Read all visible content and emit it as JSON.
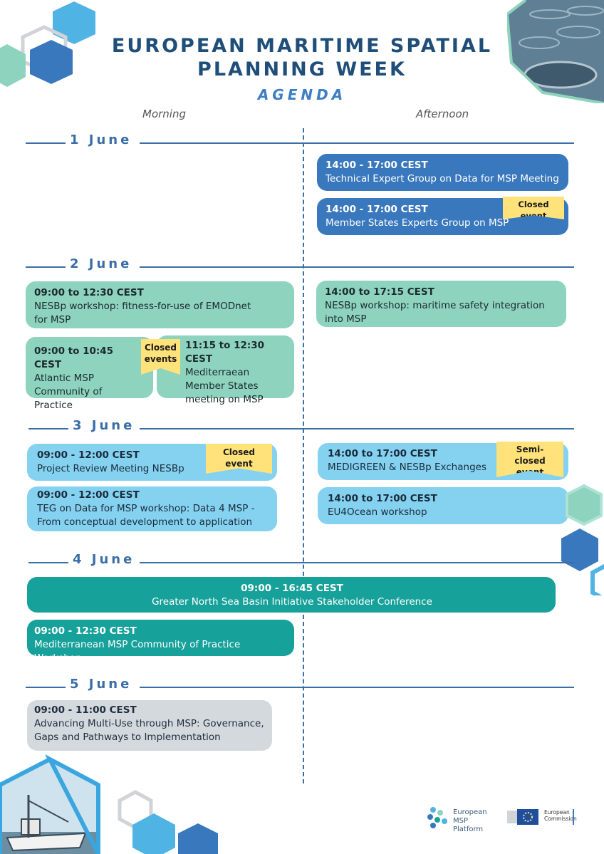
{
  "header": {
    "title_line1": "EUROPEAN MARITIME SPATIAL",
    "title_line2": "PLANNING WEEK",
    "subtitle": "AGENDA",
    "col_morning": "Morning",
    "col_afternoon": "Afternoon"
  },
  "days": [
    {
      "label": "1 June"
    },
    {
      "label": "2 June"
    },
    {
      "label": "3 June"
    },
    {
      "label": "4 June"
    },
    {
      "label": "5 June"
    }
  ],
  "events": {
    "d1a1": {
      "time": "14:00 - 17:00 CEST",
      "title": "Technical Expert Group on Data for MSP Meeting"
    },
    "d1a2": {
      "time": "14:00 - 17:00 CEST",
      "title": "Member States Experts Group on MSP",
      "tag": "Closed event"
    },
    "d2m1": {
      "time": "09:00 to 12:30 CEST",
      "title": "NESBp workshop: fitness-for-use of EMODnet for MSP"
    },
    "d2a1": {
      "time": "14:00 to 17:15 CEST",
      "title": "NESBp workshop: maritime safety integration into MSP"
    },
    "d2m2": {
      "time": "09:00 to 10:45 CEST",
      "title": "Atlantic MSP Community of Practice",
      "tag": "Closed events"
    },
    "d2m3": {
      "time": "11:15 to 12:30 CEST",
      "title": "Mediterraean Member States meeting on MSP"
    },
    "d3m1": {
      "time": "09:00 - 12:00 CEST",
      "title": "Project Review Meeting NESBp",
      "tag": "Closed event"
    },
    "d3m2": {
      "time": "09:00 - 12:00 CEST",
      "title": "TEG on Data for MSP workshop: Data 4 MSP - From conceptual development to application"
    },
    "d3a1": {
      "time": "14:00 to 17:00 CEST",
      "title": "MEDIGREEN & NESBp Exchanges",
      "tag": "Semi-closed event"
    },
    "d3a2": {
      "time": "14:00 to 17:00 CEST",
      "title": "EU4Ocean workshop"
    },
    "d4f1": {
      "time": "09:00 - 16:45 CEST",
      "title": "Greater North Sea Basin Initiative Stakeholder Conference"
    },
    "d4m1": {
      "time": "09:00 - 12:30 CEST",
      "title": "Mediterranean MSP Community of Practice Workshop"
    },
    "d5m1": {
      "time": "09:00 - 11:00 CEST",
      "title": "Advancing Multi-Use through MSP: Governance, Gaps and Pathways to Implementation"
    }
  },
  "footer": {
    "msp_logo_line1": "European",
    "msp_logo_line2": "MSP Platform",
    "ec_logo_line1": "European",
    "ec_logo_line2": "Commission"
  },
  "colors": {
    "title": "#1f4e79",
    "accent": "#3a6ea5",
    "blue_card": "#3a78bd",
    "mint_card": "#8ed3bd",
    "sky_card": "#85d2f0",
    "teal_card": "#17a19b",
    "grey_card": "#d4d9de",
    "tag": "#ffe37a"
  },
  "icons": [
    "hexagon-decoration",
    "aquaculture-photo",
    "boat-photo",
    "msp-platform-logo",
    "eu-flag-icon"
  ]
}
